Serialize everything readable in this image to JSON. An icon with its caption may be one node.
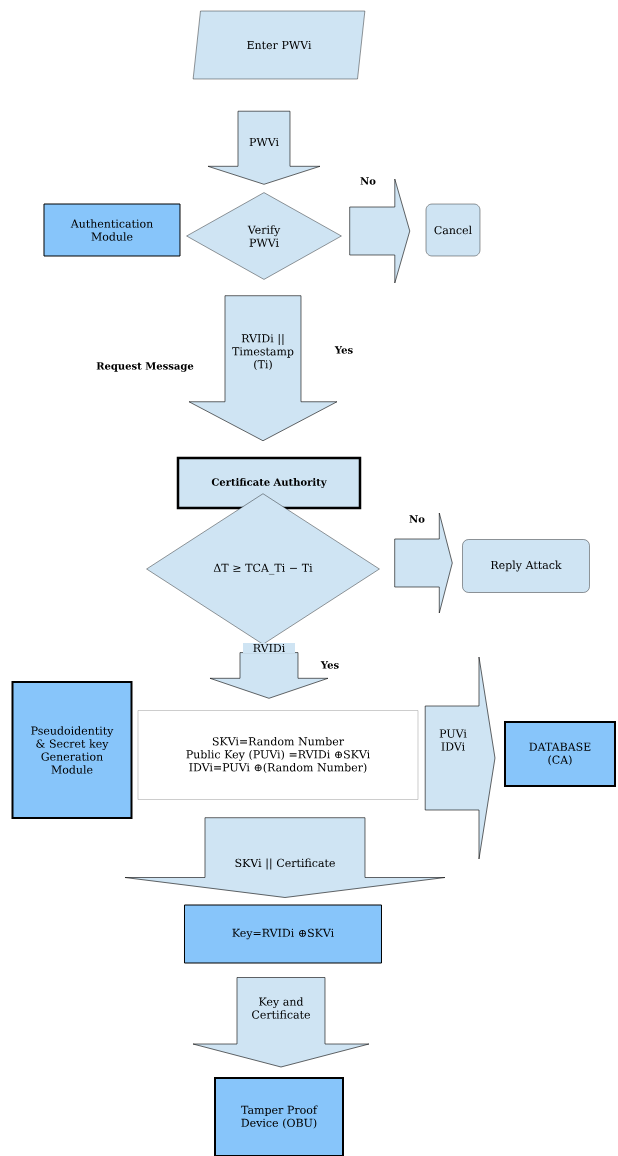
{
  "diagram": {
    "nodes": [
      {
        "text": [
          "Enter PWVi"
        ]
      },
      {
        "text": [
          "Authentication Module"
        ]
      },
      {
        "text": [
          "Verify PWVi"
        ]
      },
      {
        "text": [
          "Cancel"
        ]
      },
      {
        "text": [
          "Certificate Authority"
        ]
      },
      {
        "text": [
          "ΔT ≥ TCA_Ti − Ti"
        ]
      },
      {
        "text": [
          "Reply Attack"
        ]
      },
      {
        "text": [
          "Pseudoidentity & Secret key Generation Module"
        ]
      },
      {
        "text": [
          "SKVi=Random Number",
          "Public Key (PUVi) =RVIDi ⊕SKVi",
          "IDVi=PUVi ⊕(Random Number)"
        ]
      },
      {
        "text": [
          "DATABASE (CA)"
        ]
      },
      {
        "text": [
          "Key=RVIDi ⊕SKVi"
        ]
      },
      {
        "text": [
          "Tamper Proof Device (OBU)"
        ]
      }
    ],
    "edges": [
      {
        "from": 0,
        "to": 2,
        "arrow": "to",
        "label": "PWVi"
      },
      {
        "from": 2,
        "to": 3,
        "arrow": "to"
      },
      {
        "from": 2,
        "to": 4,
        "arrow": "to",
        "label": "RVIDi || Timestamp (Ti)"
      },
      {
        "from": 5,
        "to": 6,
        "arrow": "to"
      },
      {
        "from": 5,
        "to": 8,
        "arrow": "to",
        "label": "RVIDi"
      },
      {
        "from": 8,
        "to": 9,
        "arrow": "to",
        "label": "PUVi IDVi"
      },
      {
        "from": 8,
        "to": 10,
        "arrow": "to",
        "label": "SKVi || Certificate"
      },
      {
        "from": 10,
        "to": 11,
        "arrow": "to",
        "label": "Key and Certificate"
      }
    ],
    "labels": [
      "No",
      "Yes",
      "Request Message",
      "No",
      "Yes"
    ]
  }
}
